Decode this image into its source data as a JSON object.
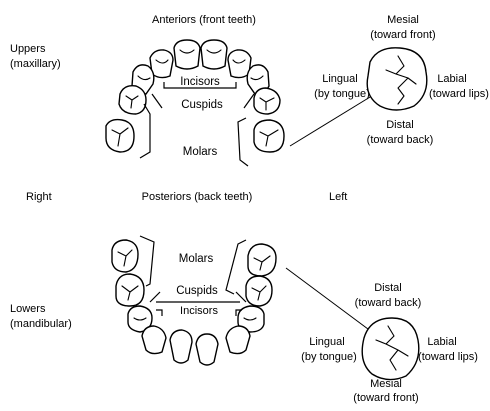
{
  "upper": {
    "title": "Anteriors (front teeth)",
    "side_label_1": "Uppers",
    "side_label_2": "(maxillary)",
    "incisors": "Incisors",
    "cuspids": "Cuspids",
    "molars": "Molars"
  },
  "middle": {
    "right": "Right",
    "posteriors": "Posteriors (back teeth)",
    "left": "Left"
  },
  "lower": {
    "side_label_1": "Lowers",
    "side_label_2": "(mandibular)",
    "molars": "Molars",
    "cuspids": "Cuspids",
    "incisors": "Incisors"
  },
  "detail_upper": {
    "top_1": "Mesial",
    "top_2": "(toward front)",
    "left_1": "Lingual",
    "left_2": "(by tongue)",
    "right_1": "Labial",
    "right_2": "(toward lips)",
    "bottom_1": "Distal",
    "bottom_2": "(toward back)"
  },
  "detail_lower": {
    "top_1": "Distal",
    "top_2": "(toward back)",
    "left_1": "Lingual",
    "left_2": "(by tongue)",
    "right_1": "Labial",
    "right_2": "(toward lips)",
    "bottom_1": "Mesial",
    "bottom_2": "(toward front)"
  }
}
